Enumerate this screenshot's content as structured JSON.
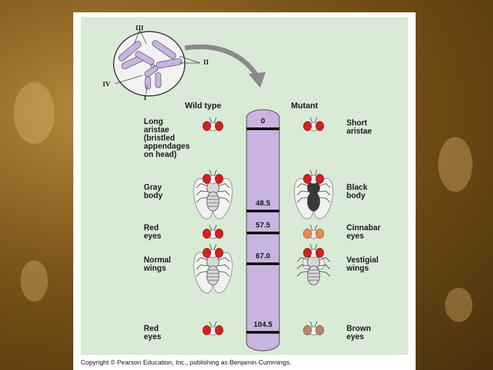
{
  "chromosome_set": [
    "III",
    "II",
    "IV",
    "I"
  ],
  "headers": {
    "wild_type": "Wild type",
    "mutant": "Mutant"
  },
  "loci": [
    {
      "position": "0",
      "wild_label": "Long\naristae\n(bristled\nappendages\non head)",
      "mutant_label": "Short\naristae"
    },
    {
      "position": "48.5",
      "wild_label": "Gray\nbody",
      "mutant_label": "Black\nbody"
    },
    {
      "position": "57.5",
      "wild_label": "Red\neyes",
      "mutant_label": "Cinnabar\neyes"
    },
    {
      "position": "67.0",
      "wild_label": "Normal\nwings",
      "mutant_label": "Vestigial\nwings"
    },
    {
      "position": "104.5",
      "wild_label": "Red\neyes",
      "mutant_label": "Brown\neyes"
    }
  ],
  "copyright": "Copyright © Pearson Education, Inc., publishing as Benjamin Cummings.",
  "colors": {
    "figure_bg": "#d9ead6",
    "chromosome": "#c9b4e0",
    "red_eye": "#d81e1e",
    "cinnabar_eye": "#f08a4a",
    "brown_eye": "#b0876a",
    "background": "#6b4a18"
  }
}
